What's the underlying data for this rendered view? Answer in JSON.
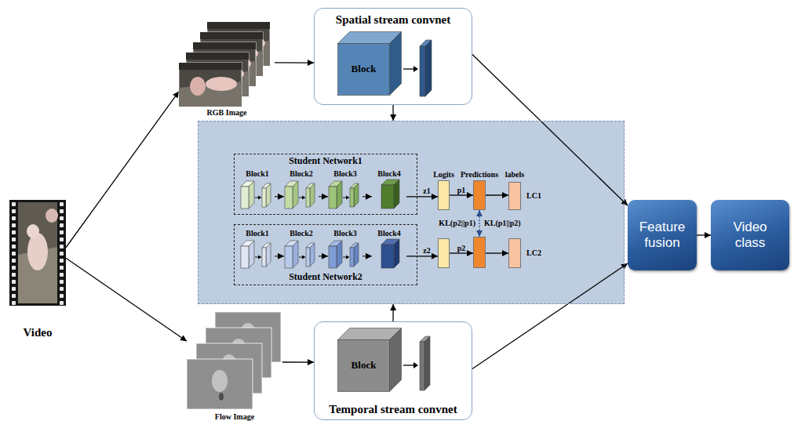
{
  "diagram": {
    "nodes": [
      {
        "text": [
          "Video"
        ]
      },
      {
        "text": [
          "RGB Image"
        ]
      },
      {
        "text": [
          "Spatial stream convnet"
        ]
      },
      {
        "text": [
          "Block"
        ],
        "in": 2
      },
      {
        "text": []
      },
      {
        "text": [
          "Student Network1"
        ],
        "in": 4
      },
      {
        "text": [
          "Block1"
        ],
        "in": 5
      },
      {
        "text": [
          "Block2"
        ],
        "in": 5
      },
      {
        "text": [
          "Block3"
        ],
        "in": 5
      },
      {
        "text": [
          "Block4"
        ],
        "in": 5
      },
      {
        "text": [
          "Logits"
        ],
        "in": 4
      },
      {
        "text": [
          "Predictions"
        ],
        "in": 4
      },
      {
        "text": [
          "labels",
          "LC1"
        ],
        "in": 4
      },
      {
        "text": [
          "Student Network2"
        ],
        "in": 4
      },
      {
        "text": [
          "Block1"
        ],
        "in": 13
      },
      {
        "text": [
          "Block2"
        ],
        "in": 13
      },
      {
        "text": [
          "Block3"
        ],
        "in": 13
      },
      {
        "text": [
          "Block4"
        ],
        "in": 13
      },
      {
        "text": [],
        "in": 4
      },
      {
        "text": [],
        "in": 4
      },
      {
        "text": [
          "LC2"
        ],
        "in": 4
      },
      {
        "text": [
          "Flow Image"
        ]
      },
      {
        "text": [
          "Temporal stream convnet"
        ]
      },
      {
        "text": [
          "Block"
        ],
        "in": 22
      },
      {
        "text": [
          "Feature fusion"
        ]
      },
      {
        "text": [
          "Video class"
        ]
      }
    ],
    "edges": [
      {
        "from": 0,
        "to": 1,
        "arrow": "to"
      },
      {
        "from": 0,
        "to": 21,
        "arrow": "to"
      },
      {
        "from": 1,
        "to": 2,
        "arrow": "to"
      },
      {
        "from": 21,
        "to": 22,
        "arrow": "to"
      },
      {
        "from": 2,
        "to": 4,
        "arrow": "to"
      },
      {
        "from": 22,
        "to": 4,
        "arrow": "to"
      },
      {
        "from": 2,
        "to": 24,
        "arrow": "to"
      },
      {
        "from": 22,
        "to": 24,
        "arrow": "to"
      },
      {
        "from": 24,
        "to": 25,
        "arrow": "to"
      },
      {
        "from": 6,
        "to": 7,
        "arrow": "to"
      },
      {
        "from": 7,
        "to": 8,
        "arrow": "to"
      },
      {
        "from": 8,
        "to": 9,
        "arrow": "to"
      },
      {
        "from": 9,
        "to": 10,
        "label": "z1",
        "arrow": "to"
      },
      {
        "from": 10,
        "to": 11,
        "label": "p1",
        "arrow": "to"
      },
      {
        "from": 11,
        "to": 12,
        "arrow": "to"
      },
      {
        "from": 14,
        "to": 15,
        "arrow": "to"
      },
      {
        "from": 15,
        "to": 16,
        "arrow": "to"
      },
      {
        "from": 16,
        "to": 17,
        "arrow": "to"
      },
      {
        "from": 17,
        "to": 18,
        "label": "z2",
        "arrow": "to"
      },
      {
        "from": 18,
        "to": 19,
        "label": "p2",
        "arrow": "to"
      },
      {
        "from": 19,
        "to": 20,
        "arrow": "to"
      },
      {
        "from": 11,
        "to": 19,
        "label": "KL(p2||p1)",
        "arrow": "both"
      }
    ],
    "labels": [
      "KL(p1||p2)"
    ]
  }
}
